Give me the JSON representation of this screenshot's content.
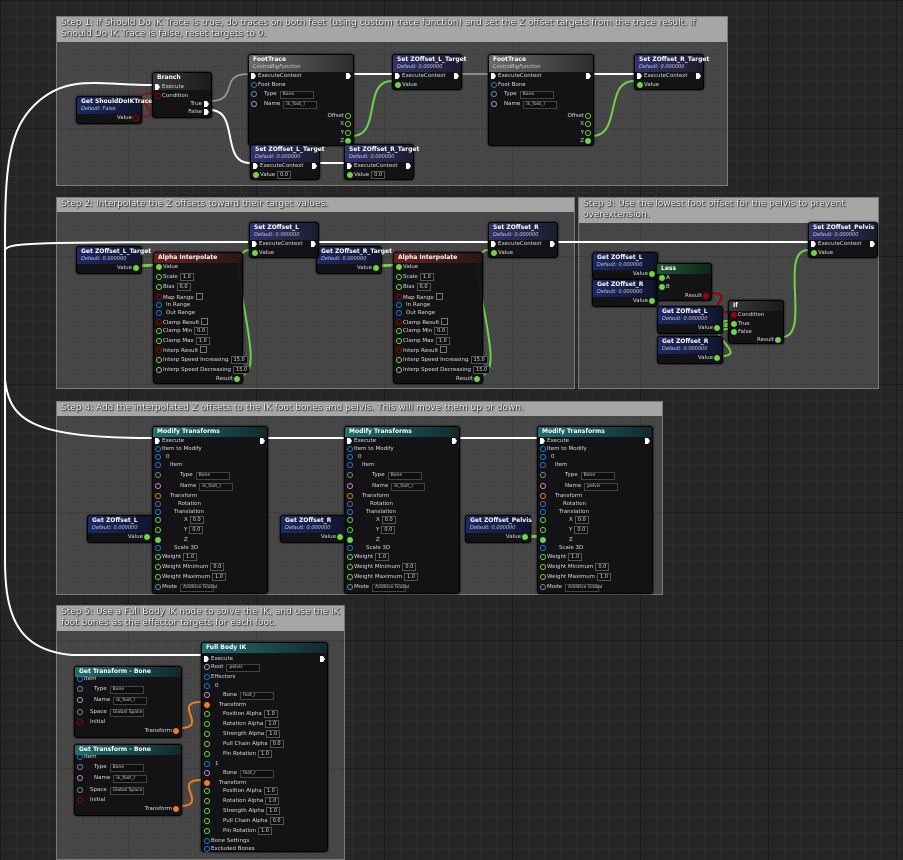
{
  "colors": {
    "exec": "#ffffff",
    "bool": "#a20000",
    "float": "#6fd447",
    "struct": "#1f79d6",
    "name": "#c987d7",
    "transform": "#ef7d1d",
    "enum": "#7a8a8a"
  },
  "comments": {
    "step1": "Step 1: If Should Do IK Trace is true, do traces on both feet (using custom trace function) and set the Z offset targets from the trace result. If Should Do IK Trace is false, reset targets to 0.",
    "step2": "Step 2: Interpolate the Z offsets toward their target values.",
    "step3": "Step 3: Use the lowest foot offset for the pelvis to prevent overextension.",
    "step4": "Step 4: Add the interpolated Z offsets to the IK foot bones and pelvis. This will move them up or down.",
    "step5": "Step 5: Use a Full Body IK node to solve the IK, and use the IK foot bones as the effector targets for each foot."
  },
  "labels": {
    "execute": "Execute",
    "exec_context": "ExecuteContext",
    "condition": "Condition",
    "true": "True",
    "false": "False",
    "value": "Value",
    "result": "Result",
    "a": "A",
    "b": "B",
    "foot_bone": "Foot Bone",
    "type": "Type",
    "name": "Name",
    "offset": "Offset",
    "x": "X",
    "y": "Y",
    "z": "Z",
    "scale": "Scale",
    "bias": "Bias",
    "map_range": "Map Range",
    "in_range": "In Range",
    "out_range": "Out Range",
    "clamp_result": "Clamp Result",
    "clamp_min": "Clamp Min",
    "clamp_max": "Clamp Max",
    "interp_result": "Interp Result",
    "interp_inc": "Interp Speed Increasing",
    "interp_dec": "Interp Speed Decreasing",
    "item_to_modify": "Item to Modify",
    "zero": "0",
    "one": "1",
    "item": "Item",
    "transform": "Transform",
    "rotation": "Rotation",
    "translation": "Translation",
    "scale3d": "Scale 3D",
    "weight": "Weight",
    "weight_min": "Weight Minimum",
    "weight_max": "Weight Maximum",
    "mode": "Mode",
    "root": "Root",
    "effectors": "Effectors",
    "bone": "Bone",
    "position_alpha": "Position Alpha",
    "rotation_alpha": "Rotation Alpha",
    "strength_alpha": "Strength Alpha",
    "pull_chain_alpha": "Pull Chain Alpha",
    "pin_rotation": "Pin Rotation",
    "bone_settings": "Bone Settings",
    "excluded_bones": "Excluded Bones",
    "space": "Space",
    "initial": "Initial"
  },
  "values": {
    "zero_v": "0.0",
    "one_v": "1.0",
    "interp_speed": "15.0",
    "type_bone": "Bone",
    "ik_foot_l": "ik_foot_l",
    "ik_foot_r": "ik_foot_r",
    "pelvis": "pelvis",
    "foot_l": "foot_l",
    "foot_r": "foot_r",
    "additive_global": "Additive Global",
    "global_space": "Global Space"
  },
  "nodes": {
    "get_should": {
      "title": "Get ShouldDoIKTrace",
      "sub": "Default: False"
    },
    "branch": {
      "title": "Branch"
    },
    "foot_trace": {
      "title": "FootTrace",
      "sub": "ControlRigFunction"
    },
    "set_l_target": {
      "title": "Set ZOffset_L_Target",
      "sub": "Default: 0.000000"
    },
    "set_r_target": {
      "title": "Set ZOffset_R_Target",
      "sub": "Default: 0.000000"
    },
    "get_l_target": {
      "title": "Get ZOffset_L_Target",
      "sub": "Default: 0.000000"
    },
    "get_r_target": {
      "title": "Get ZOffset_R_Target",
      "sub": "Default: 0.000000"
    },
    "alpha_interp": {
      "title": "Alpha Interpolate"
    },
    "set_l": {
      "title": "Set ZOffset_L",
      "sub": "Default: 0.000000"
    },
    "set_r": {
      "title": "Set ZOffset_R",
      "sub": "Default: 0.000000"
    },
    "get_l": {
      "title": "Get ZOffset_L",
      "sub": "Default: 0.000000"
    },
    "get_r": {
      "title": "Get ZOffset_R",
      "sub": "Default: 0.000000"
    },
    "less": {
      "title": "Less"
    },
    "if": {
      "title": "If"
    },
    "set_pelvis": {
      "title": "Set ZOffset_Pelvis",
      "sub": "Default: 0.000000"
    },
    "get_pelvis": {
      "title": "Get ZOffset_Pelvis",
      "sub": "Default: 0.000000"
    },
    "modify": {
      "title": "Modify Transforms"
    },
    "fbik": {
      "title": "Full Body IK"
    },
    "get_transform": {
      "title": "Get Transform - Bone"
    }
  }
}
